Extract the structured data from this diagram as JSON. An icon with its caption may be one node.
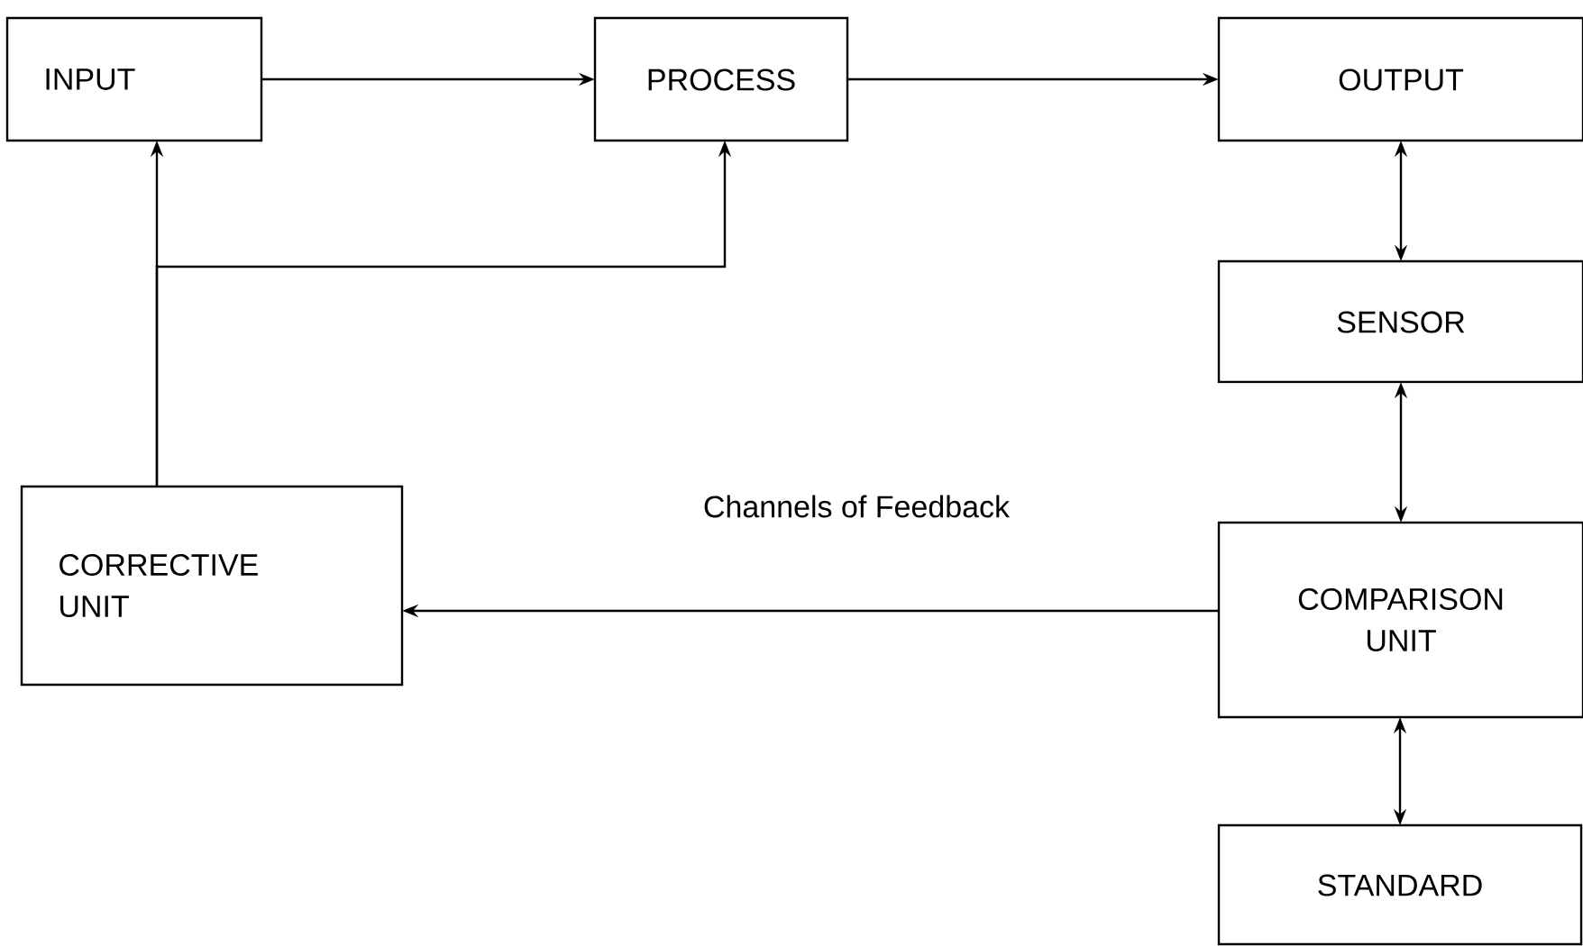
{
  "diagram": {
    "nodes": [
      {
        "text": [
          "INPUT"
        ]
      },
      {
        "text": [
          "PROCESS"
        ]
      },
      {
        "text": [
          "OUTPUT"
        ]
      },
      {
        "text": [
          "SENSOR"
        ]
      },
      {
        "text": [
          "COMPARISON UNIT"
        ]
      },
      {
        "text": [
          "STANDARD"
        ]
      },
      {
        "text": [
          "CORRECTIVE UNIT"
        ]
      }
    ],
    "edges": [
      {
        "from": 0,
        "to": 1,
        "arrow": "to"
      },
      {
        "from": 1,
        "to": 2,
        "arrow": "to"
      },
      {
        "from": 2,
        "to": 3,
        "arrow": "both"
      },
      {
        "from": 3,
        "to": 4,
        "arrow": "both"
      },
      {
        "from": 4,
        "to": 5,
        "arrow": "both"
      },
      {
        "from": 4,
        "to": 6,
        "arrow": "to",
        "label": "Channels of Feedback"
      },
      {
        "from": 6,
        "to": 0,
        "arrow": "to"
      },
      {
        "from": 6,
        "to": 1,
        "arrow": "to"
      }
    ]
  }
}
